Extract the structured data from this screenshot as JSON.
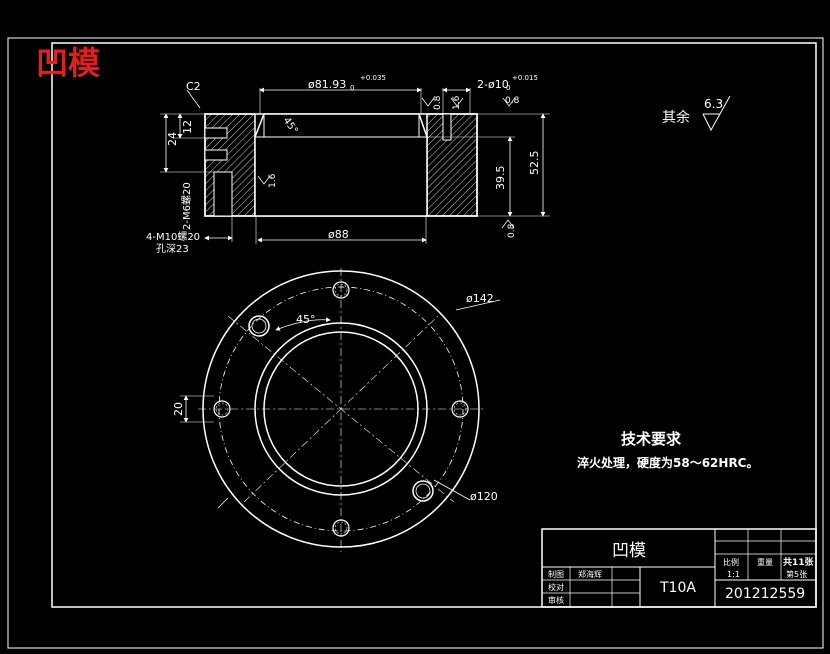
{
  "watermark": {
    "text": "凹模",
    "color": "#e0201c"
  },
  "colors": {
    "background": "#000000",
    "lines": "#ffffff",
    "center_lines": "#9a9a9a",
    "hatch": "#cfcfcf"
  },
  "section_view": {
    "chamfer": "C2",
    "dim_top_bore": "ø81.93",
    "dim_top_bore_tol": "+0.035",
    "dim_top_bore_tol_low": "0",
    "dim_pin": "2-ø10",
    "dim_pin_tol": "+0.015",
    "dim_pin_tol_low": "0",
    "rough_08_a": "0.8",
    "rough_16_a": "1.6",
    "rough_08_b": "0.8",
    "angle_45": "45°",
    "dim_12": "12",
    "dim_24": "24",
    "rough_16_b": "1.6",
    "thread_label": "2-M6螺20",
    "dim_395": "39.5",
    "dim_525": "52.5",
    "dim_88": "ø88",
    "rough_08_c": "0.8",
    "screw_label_1": "4-M10螺20",
    "screw_label_2": "孔深23"
  },
  "roughness_note": {
    "label": "其余",
    "value": "6.3"
  },
  "plan_view": {
    "dim_142": "ø142",
    "angle_45": "45°",
    "dim_20": "20",
    "dim_120": "ø120"
  },
  "tech_req": {
    "title": "技术要求",
    "line1": "淬火处理，硬度为58～62HRC。"
  },
  "title_block": {
    "part_name": "凹模",
    "ratio_label": "比例",
    "ratio_value": "1:1",
    "weight_label": "重量",
    "sheet_total": "共11张",
    "sheet_no": "第5张",
    "row_design": "制图",
    "row_design_value": "郑海辉",
    "row_check": "校对",
    "row_review": "审核",
    "material": "T10A",
    "drawing_no": "201212559"
  }
}
